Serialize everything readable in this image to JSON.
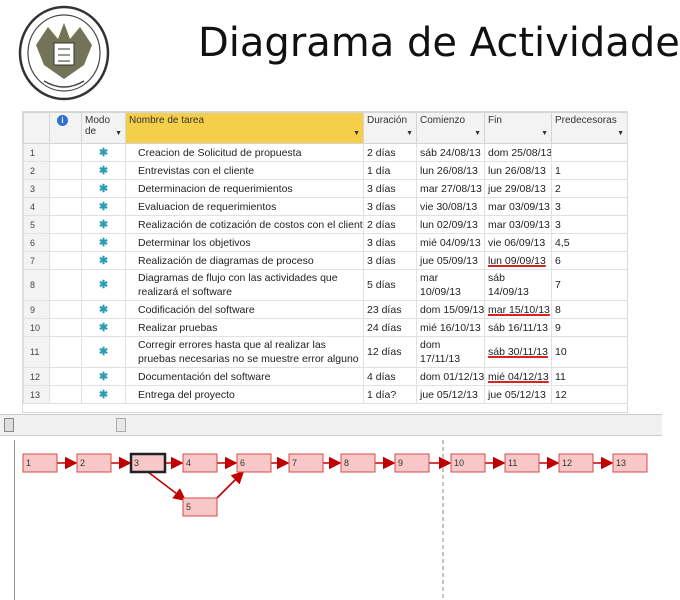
{
  "title": "Diagrama de Actividades",
  "table": {
    "headers": {
      "info": "i",
      "mode": "Modo de",
      "name": "Nombre de tarea",
      "duration": "Duración",
      "start": "Comienzo",
      "finish": "Fin",
      "predecessors": "Predecesoras"
    },
    "rows": [
      {
        "id": "1",
        "name": "Creacion de Solicitud de propuesta",
        "duration": "2 días",
        "start": "sáb 24/08/13",
        "finish": "dom 25/08/13",
        "pred": ""
      },
      {
        "id": "2",
        "name": "Entrevistas con el cliente",
        "duration": "1 día",
        "start": "lun 26/08/13",
        "finish": "lun 26/08/13",
        "pred": "1"
      },
      {
        "id": "3",
        "name": "Determinacion de requerimientos",
        "duration": "3 días",
        "start": "mar 27/08/13",
        "finish": "jue 29/08/13",
        "pred": "2"
      },
      {
        "id": "4",
        "name": "Evaluacion de requerimientos",
        "duration": "3 días",
        "start": "vie 30/08/13",
        "finish": "mar 03/09/13",
        "pred": "3"
      },
      {
        "id": "5",
        "name": "Realización de cotización de costos con el cliente",
        "duration": "2 días",
        "start": "lun 02/09/13",
        "finish": "mar 03/09/13",
        "pred": "3"
      },
      {
        "id": "6",
        "name": "Determinar los objetivos",
        "duration": "3 días",
        "start": "mié 04/09/13",
        "finish": "vie 06/09/13",
        "pred": "4,5"
      },
      {
        "id": "7",
        "name": "Realización de diagramas de proceso",
        "duration": "3 días",
        "start": "jue 05/09/13",
        "finish": "lun 09/09/13",
        "pred": "6"
      },
      {
        "id": "8",
        "name": "Diagramas de flujo con las actividades que realizará el software",
        "duration": "5 días",
        "start": "mar 10/09/13",
        "finish": "sáb 14/09/13",
        "pred": "7"
      },
      {
        "id": "9",
        "name": "Codificación del software",
        "duration": "23 días",
        "start": "dom 15/09/13",
        "finish": "mar 15/10/13",
        "pred": "8"
      },
      {
        "id": "10",
        "name": "Realizar pruebas",
        "duration": "24 días",
        "start": "mié 16/10/13",
        "finish": "sáb 16/11/13",
        "pred": "9"
      },
      {
        "id": "11",
        "name": "Corregir errores hasta que al realizar las pruebas necesarias no se muestre error alguno",
        "duration": "12 días",
        "start": "dom 17/11/13",
        "finish": "sáb 30/11/13",
        "pred": "10"
      },
      {
        "id": "12",
        "name": "Documentación del software",
        "duration": "4 días",
        "start": "dom 01/12/13",
        "finish": "mié 04/12/13",
        "pred": "11"
      },
      {
        "id": "13",
        "name": "Entrega del proyecto",
        "duration": "1 día?",
        "start": "jue 05/12/13",
        "finish": "jue 05/12/13",
        "pred": "12"
      }
    ]
  },
  "network": {
    "nodes": [
      "1",
      "2",
      "3",
      "4",
      "5",
      "6",
      "7",
      "8",
      "9",
      "10",
      "11",
      "12",
      "13"
    ],
    "selected_node": "3",
    "colors": {
      "node_fill": "#f8c8c8",
      "node_border": "#d84a4a",
      "arrow": "#c00000",
      "selected_border": "#222222"
    }
  },
  "icons": {
    "mode": "pin-icon",
    "info": "info-icon"
  },
  "colors": {
    "header_highlight": "#f6cf4a",
    "underline": "#dd2222"
  }
}
